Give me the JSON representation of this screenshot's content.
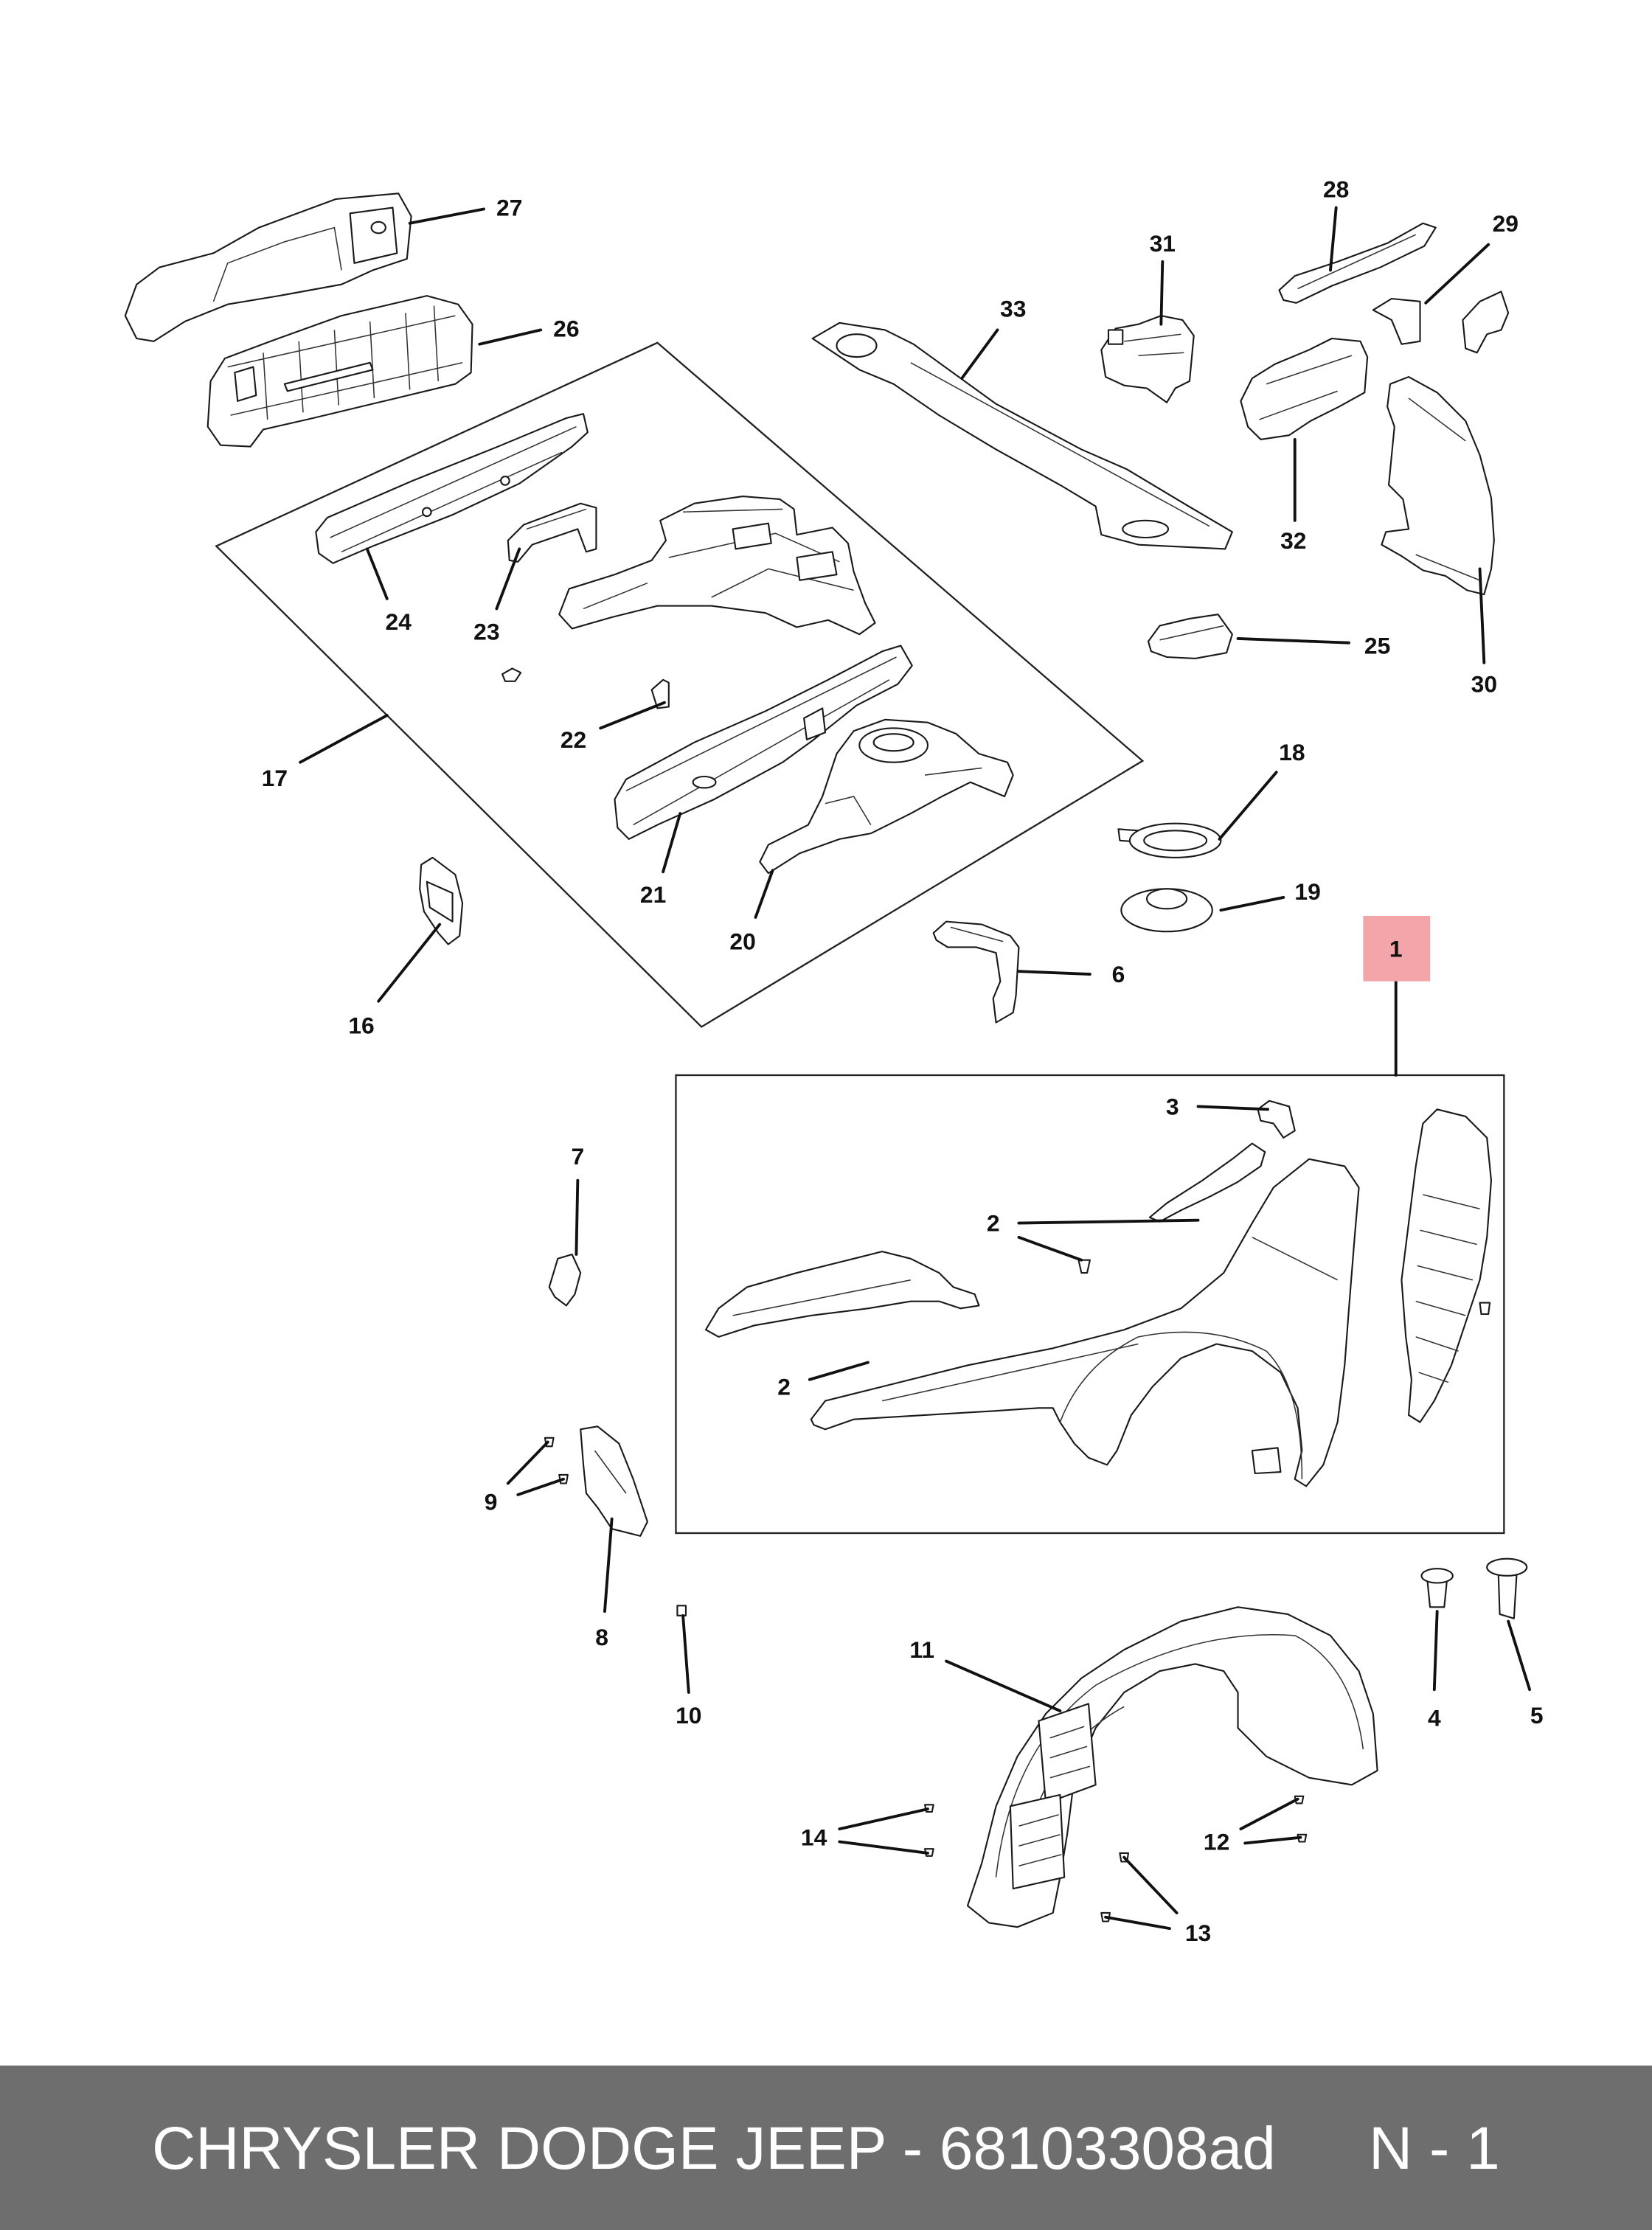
{
  "diagram": {
    "callouts": [
      "1",
      "2",
      "2",
      "3",
      "4",
      "5",
      "6",
      "7",
      "8",
      "9",
      "10",
      "11",
      "12",
      "13",
      "14",
      "16",
      "17",
      "18",
      "19",
      "20",
      "21",
      "22",
      "23",
      "24",
      "25",
      "26",
      "27",
      "28",
      "29",
      "30",
      "31",
      "32",
      "33"
    ],
    "highlight_color": "#f4a5a9"
  },
  "footer": {
    "title": "CHRYSLER DODGE JEEP - 68103308ad",
    "page": "N - 1",
    "background": "#6e6e6e",
    "text_color": "#ffffff"
  }
}
